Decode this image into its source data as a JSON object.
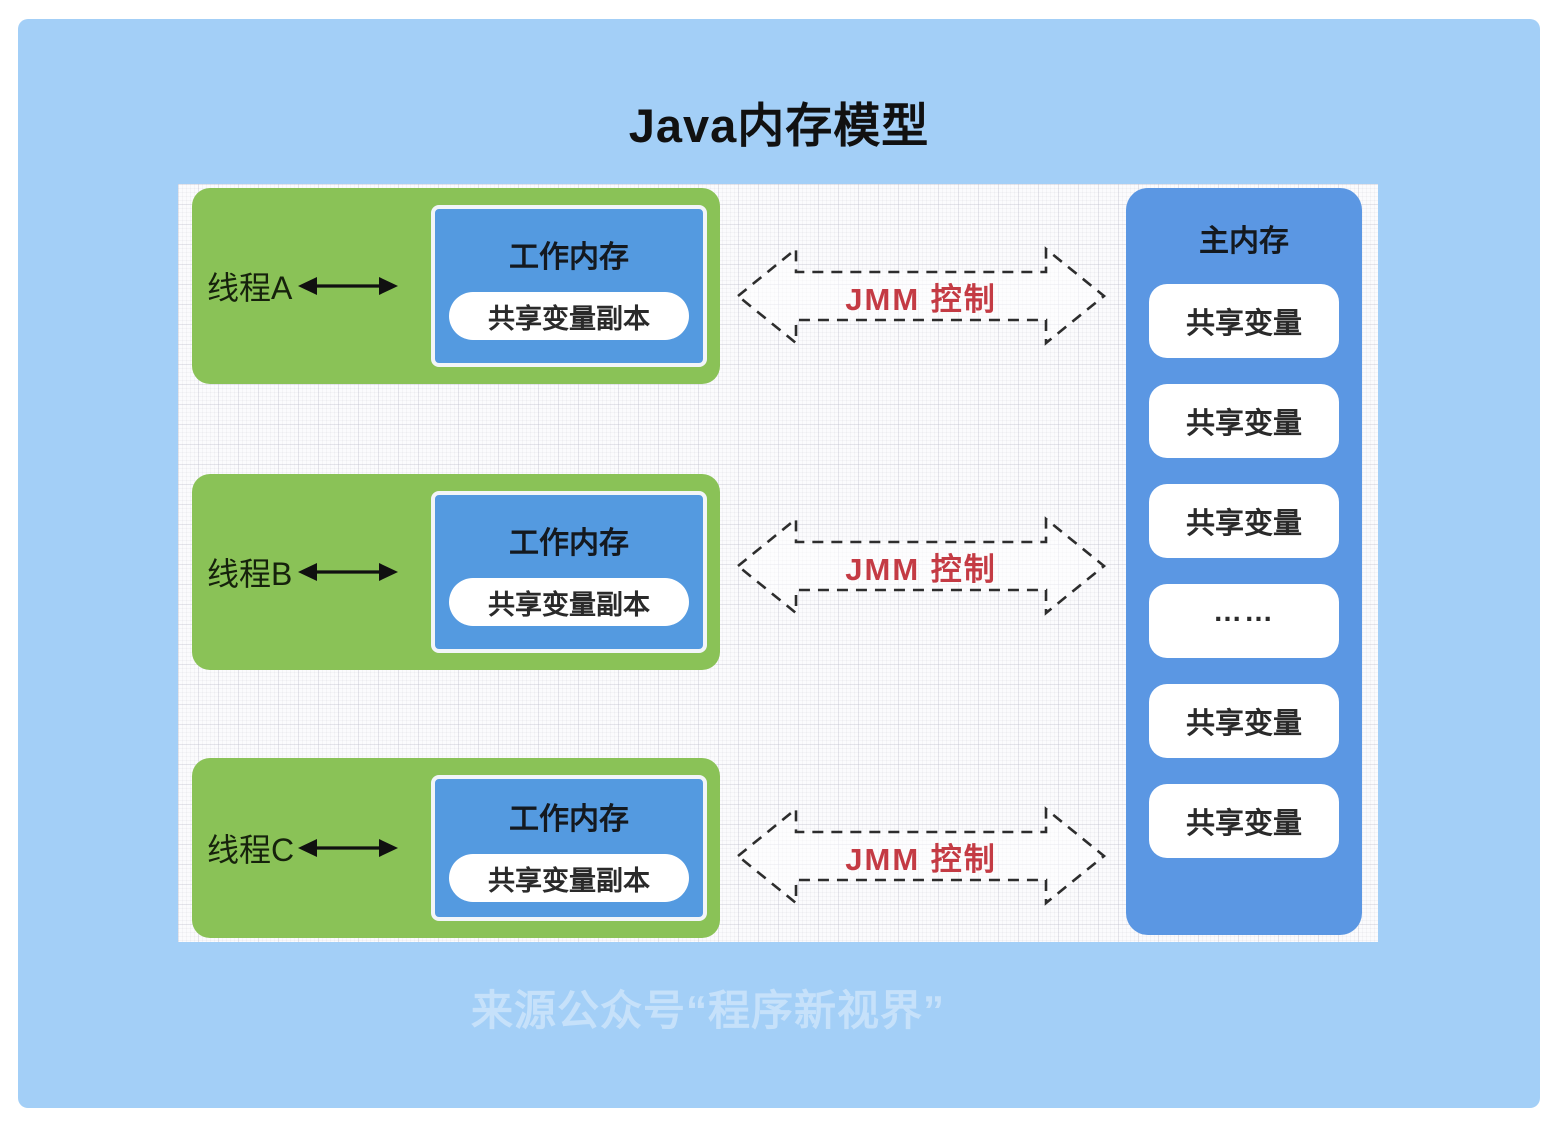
{
  "header": {
    "title": "Java内存模型"
  },
  "threads": [
    {
      "label": "线程A",
      "working_memory": "工作内存",
      "shared_copy": "共享变量副本",
      "jmm": "JMM 控制"
    },
    {
      "label": "线程B",
      "working_memory": "工作内存",
      "shared_copy": "共享变量副本",
      "jmm": "JMM 控制"
    },
    {
      "label": "线程C",
      "working_memory": "工作内存",
      "shared_copy": "共享变量副本",
      "jmm": "JMM 控制"
    }
  ],
  "main_memory": {
    "title": "主内存",
    "slots": [
      "共享变量",
      "共享变量",
      "共享变量",
      "……",
      "共享变量",
      "共享变量"
    ]
  },
  "footer": {
    "watermark": "来源公众号“程序新视界”"
  },
  "colors": {
    "card_background": "#a3cff7",
    "thread_box_green": "#8ac257",
    "memory_box_blue": "#5b97e3",
    "working_memory_blue": "#549ae0",
    "jmm_text_red": "#c43b44",
    "pill_white": "#ffffff",
    "title_text": "#111111"
  }
}
